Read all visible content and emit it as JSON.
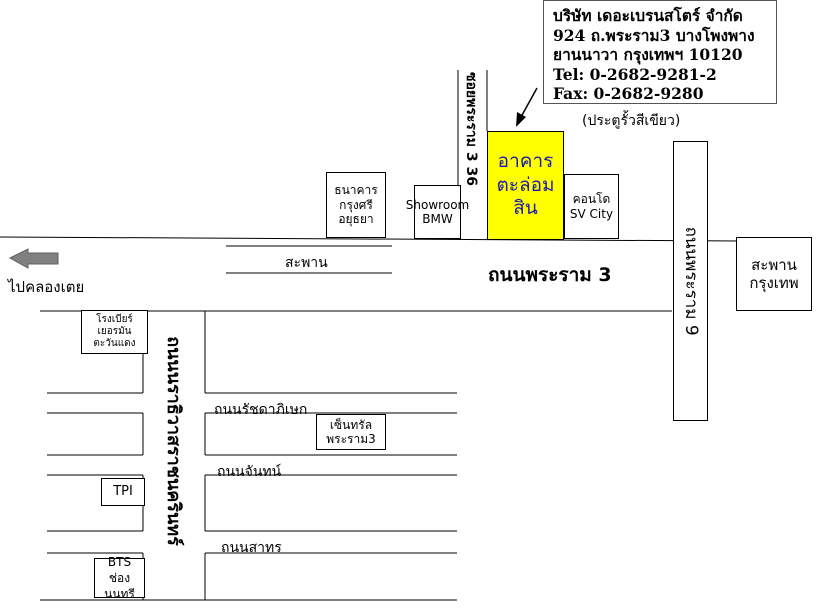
{
  "company": {
    "name": "บริษัท เดอะเบรนสโตร์ จำกัด",
    "address1": "924 ถ.พระราม3  บางโพงพาง",
    "address2": "ยานนาวา   กรุงเทพฯ 10120",
    "tel": "Tel: 0-2682-9281-2",
    "fax": "Fax: 0-2682-9280"
  },
  "gate_note": "(ประตูรั้วสีเขียว)",
  "target_building": "อาคาร\nตะล่อม\nสิน",
  "landmarks": {
    "ayudhya_bank": "ธนาคาร\nกรุงศรี\nอยุธยา",
    "bmw_showroom": "Showroom\nBMW",
    "sv_city": "คอนโด\nSV City",
    "bridge_krungthep": "สะพาน\nกรุงเทพ",
    "german_brewery": "โรงเบียร์\nเยอรมัน\nตะวันแดง",
    "central_rama3": "เซ็นทรัล\nพระราม3",
    "tpi": "TPI",
    "bts": "BTS\nช่องนนทรี"
  },
  "roads": {
    "soi_rama3_36": "ซอยพระราม 3 36",
    "rama3_road": "ถนนพระราม 3",
    "bridge_label": "สะพาน",
    "to_khlong_toei": "ไปคลองเตย",
    "rama9_road": "ถนนพระราม 9",
    "narathiwat_road": "ถนนนราธิวาสราชนครินทร์",
    "ratchadaphisek_road": "ถนนรัชดาภิเษก",
    "chan_road": "ถนนจันทน์",
    "sathorn_road": "ถนนสาทร"
  },
  "colors": {
    "target_fill": "#ffff00",
    "target_text": "#1a1ab0",
    "arrow_fill": "#808080"
  }
}
